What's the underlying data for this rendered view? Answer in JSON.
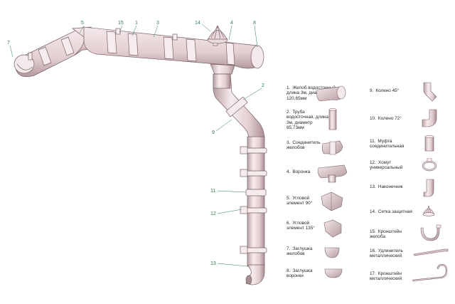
{
  "colors": {
    "body": "#e7d4d6",
    "dark": "#a88e92",
    "light": "#f5eaec",
    "line": "#7a6266",
    "callout": "#2e7d4f"
  },
  "callouts": [
    "7",
    "5",
    "15",
    "1",
    "3",
    "14",
    "4",
    "8",
    "2",
    "9",
    "11",
    "12",
    "13"
  ],
  "legend": [
    {
      "num": "1.",
      "text": "Желоб водосточный, длина 3м, диаметр 120,65мм",
      "icon": "gutter-icon"
    },
    {
      "num": "2.",
      "text": "Труба водосточная, длина 3м, диаметр 85,73мм",
      "icon": "downpipe-icon"
    },
    {
      "num": "3.",
      "text": "Соединитель желобов",
      "icon": "gutter-connector-icon"
    },
    {
      "num": "4.",
      "text": "Воронка",
      "icon": "funnel-icon"
    },
    {
      "num": "5.",
      "text": "Угловой элемент 90°",
      "icon": "corner-90-icon"
    },
    {
      "num": "6.",
      "text": "Угловой элемент 135°",
      "icon": "corner-135-icon"
    },
    {
      "num": "7.",
      "text": "Заглушка желобов",
      "icon": "gutter-cap-icon"
    },
    {
      "num": "8.",
      "text": "Заглушка воронки",
      "icon": "funnel-cap-icon"
    },
    {
      "num": "9.",
      "text": "Колено 45°",
      "icon": "elbow-45-icon"
    },
    {
      "num": "10.",
      "text": "Колено 72°",
      "icon": "elbow-72-icon"
    },
    {
      "num": "11.",
      "text": "Муфта соединительная",
      "icon": "coupling-icon"
    },
    {
      "num": "12.",
      "text": "Хомут универсальный",
      "icon": "clamp-icon"
    },
    {
      "num": "13.",
      "text": "Наконечник",
      "icon": "outlet-icon"
    },
    {
      "num": "14.",
      "text": "Сетка защитная",
      "icon": "guard-mesh-icon"
    },
    {
      "num": "15.",
      "text": "Кронштейн желоба",
      "icon": "bracket-icon"
    },
    {
      "num": "16.",
      "text": "Удлинитель металлический",
      "icon": "extender-icon"
    },
    {
      "num": "17.",
      "text": "Кронштейн металлический",
      "icon": "metal-bracket-icon"
    }
  ]
}
